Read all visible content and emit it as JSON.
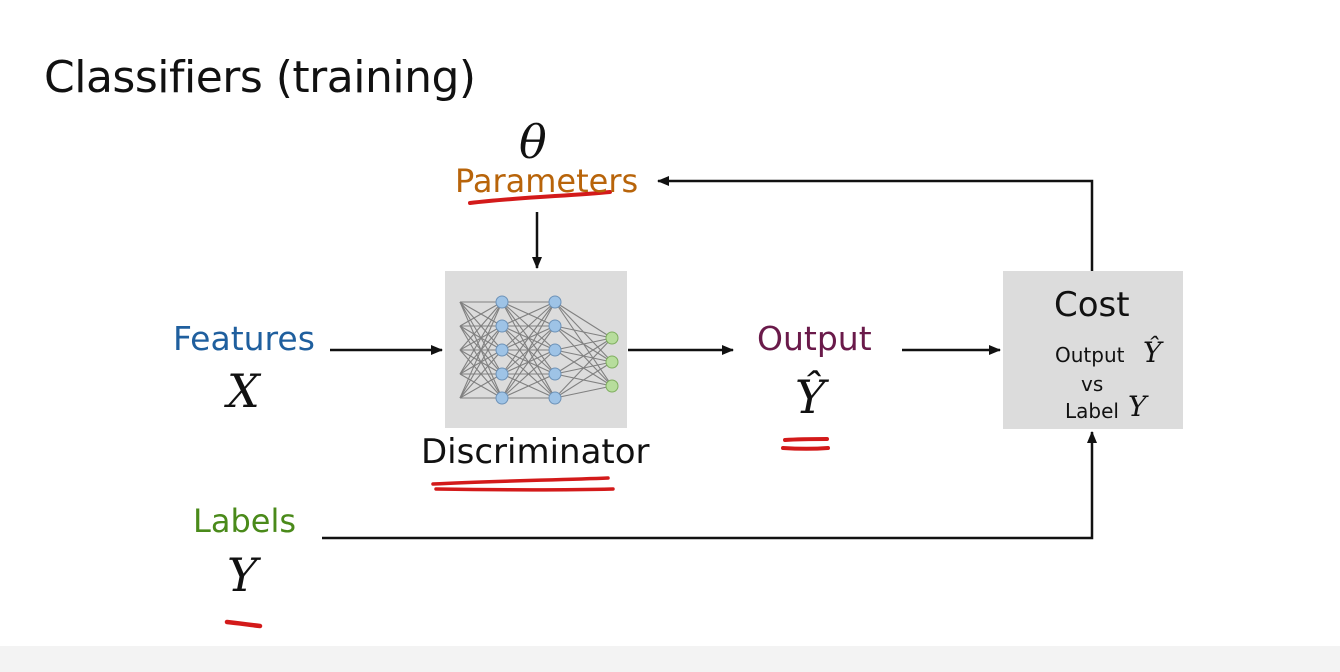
{
  "slide": {
    "title": "Classifiers (training)"
  },
  "diagram": {
    "theta": "θ",
    "parameters_label": "Parameters",
    "features_label": "Features",
    "features_symbol": "X",
    "discriminator_label": "Discriminator",
    "output_label": "Output",
    "output_symbol": "Ŷ",
    "labels_label": "Labels",
    "labels_symbol": "Y",
    "cost_title": "Cost",
    "cost_output_text": "Output",
    "cost_output_symbol": "Ŷ",
    "cost_vs_text": "vs",
    "cost_label_text": "Label",
    "cost_label_symbol": "Y"
  },
  "colors": {
    "parameters": "#b8640a",
    "features": "#1f5f9e",
    "output": "#6a1a4a",
    "labels": "#4a8a1a",
    "annotation": "#d31a1a",
    "box": "#dcdcdc",
    "arrow": "#111111"
  }
}
